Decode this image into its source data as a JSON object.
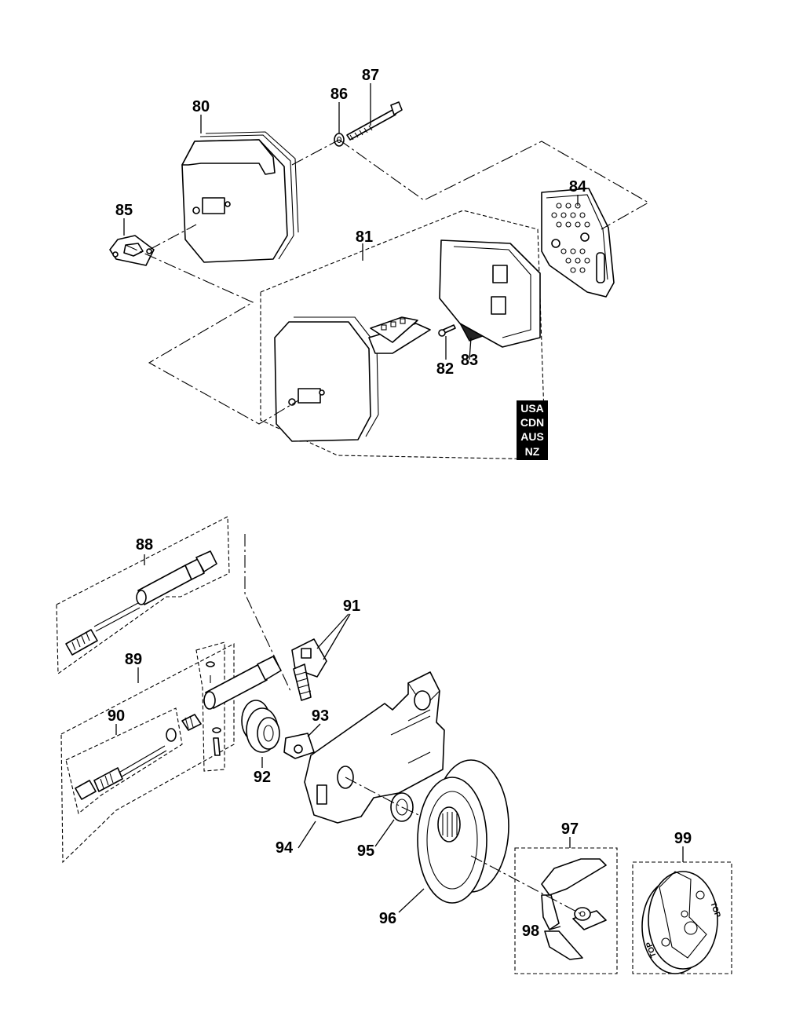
{
  "callouts": {
    "c80": "80",
    "c81": "81",
    "c82": "82",
    "c83": "83",
    "c84": "84",
    "c85": "85",
    "c86": "86",
    "c87": "87",
    "c88": "88",
    "c89": "89",
    "c90": "90",
    "c91": "91",
    "c92": "92",
    "c93": "93",
    "c94": "94",
    "c95": "95",
    "c96": "96",
    "c97": "97",
    "c98": "98",
    "c99": "99"
  },
  "region_tag": [
    "USA",
    "CDN",
    "AUS",
    "NZ"
  ],
  "clutch_text": {
    "top1": "TOP",
    "top2": "TOP"
  },
  "colors": {
    "ink": "#000000",
    "paper": "#ffffff"
  }
}
